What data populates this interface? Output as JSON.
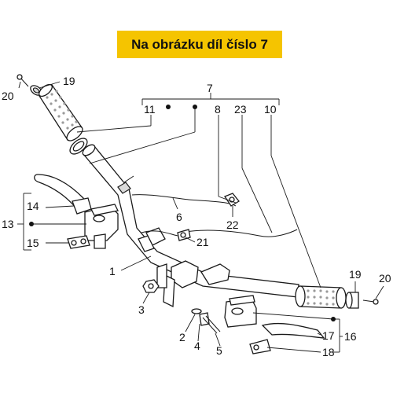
{
  "banner": {
    "text": "Na obrázku díl číslo 7",
    "color": "#f5c400"
  },
  "labels": {
    "l20a": "20",
    "l19a": "19",
    "l7": "7",
    "l11": "11",
    "l8": "8",
    "l23": "23",
    "l10": "10",
    "l14": "14",
    "l13": "13",
    "l15": "15",
    "l6": "6",
    "l22": "22",
    "l21": "21",
    "l1": "1",
    "l3": "3",
    "l19b": "19",
    "l20b": "20",
    "l2": "2",
    "l4": "4",
    "l5": "5",
    "l17": "17",
    "l16": "16",
    "l18": "18"
  }
}
